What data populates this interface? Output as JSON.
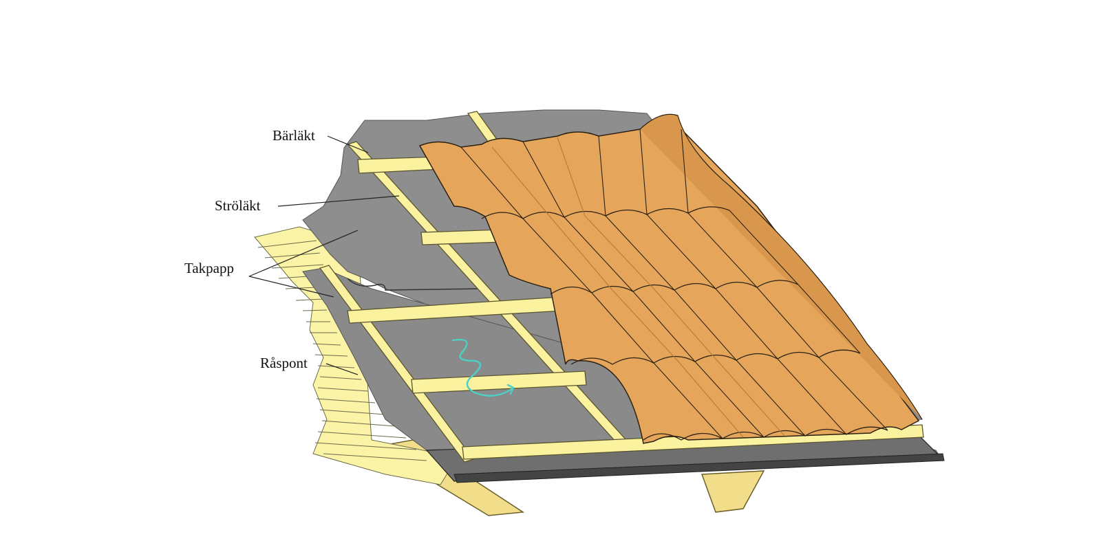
{
  "diagram": {
    "labels": {
      "barlakt": "Bärläkt",
      "strolakt": "Ströläkt",
      "takpapp": "Takpapp",
      "raspont": "Råspont"
    },
    "colors": {
      "raspont_board": "#fbf3a6",
      "raspont_line": "#6a6a4a",
      "underlay": "#8e8e8e",
      "underlay_dark": "#6f6f6f",
      "batten": "#fbf2a0",
      "batten_edge": "#5a5530",
      "tile": "#e5a65c",
      "tile_shade": "#c9873f",
      "tile_edge": "#2b2010",
      "rafter": "#f2dd8a",
      "eave_flashing": "#555555",
      "airflow_arrow": "#4ecfc4"
    }
  }
}
